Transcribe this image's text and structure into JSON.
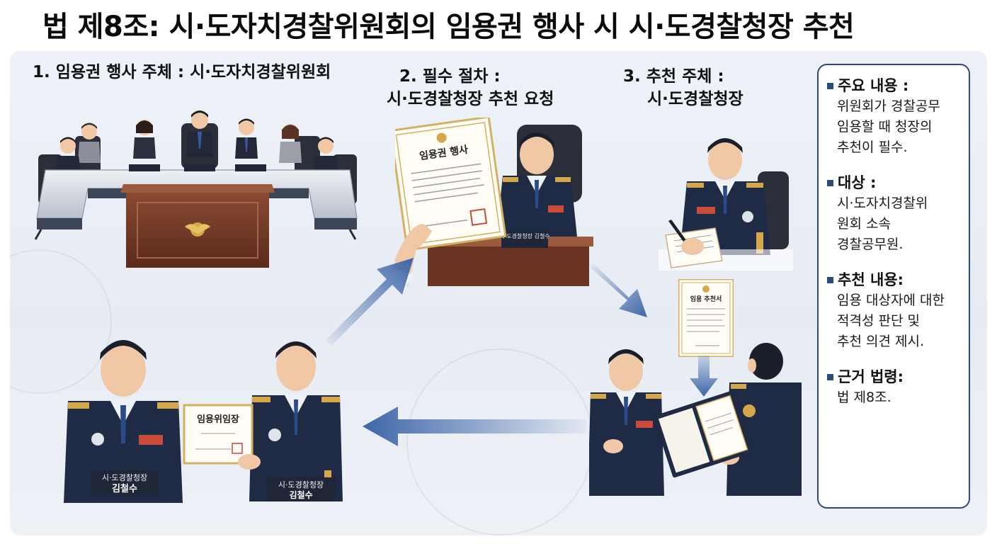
{
  "title": "법 제8조: 시·도자치경찰위원회의 임용권 행사 시 시·도경찰청장 추천",
  "steps": [
    {
      "lines": [
        "1. 임용권 행사 주체 : 시·도자치경찰위원회"
      ]
    },
    {
      "lines": [
        "2. 필수 절차 :",
        "시·도경찰청장 추천 요청"
      ]
    },
    {
      "lines": [
        "3. 추천 주체 :",
        "시·도경찰청장"
      ]
    }
  ],
  "illustration_text": {
    "request_doc_title": "임용권 행사",
    "request_nameplate": "시·도경찰청장 김철수",
    "recommend_doc_title": "임용 추천서",
    "appointment_doc_title": "임용위임장",
    "left_nameplate_1": "시·도경찰청장",
    "left_nameplate_2": "김철수",
    "right_nameplate_1": "시·도경찰청장",
    "right_nameplate_2": "김철수"
  },
  "info_box": {
    "sections": [
      {
        "heading": "주요 내용 :",
        "lines": [
          "위원회가 경찰공무",
          "임용할 때 청장의",
          "추천이 필수."
        ]
      },
      {
        "heading": "대상 :",
        "lines": [
          "시·도자치경찰위",
          "원회 소속",
          "경찰공무원."
        ]
      },
      {
        "heading": "추천 내용:",
        "lines": [
          "임용 대상자에 대한",
          "적격성 판단 및",
          "추천 의견 제시."
        ]
      },
      {
        "heading": "근거 법령:",
        "lines": [
          "법 제8조."
        ]
      }
    ]
  },
  "colors": {
    "accent": "#2e4a7d",
    "uniform": "#1f2a44",
    "arrow": "#3d66a8",
    "desk": "#6b3422",
    "panel_bg": "#e9eef5"
  },
  "icons": [
    "eagle-emblem-icon",
    "flow-arrow-icon",
    "bullet-square-icon"
  ]
}
